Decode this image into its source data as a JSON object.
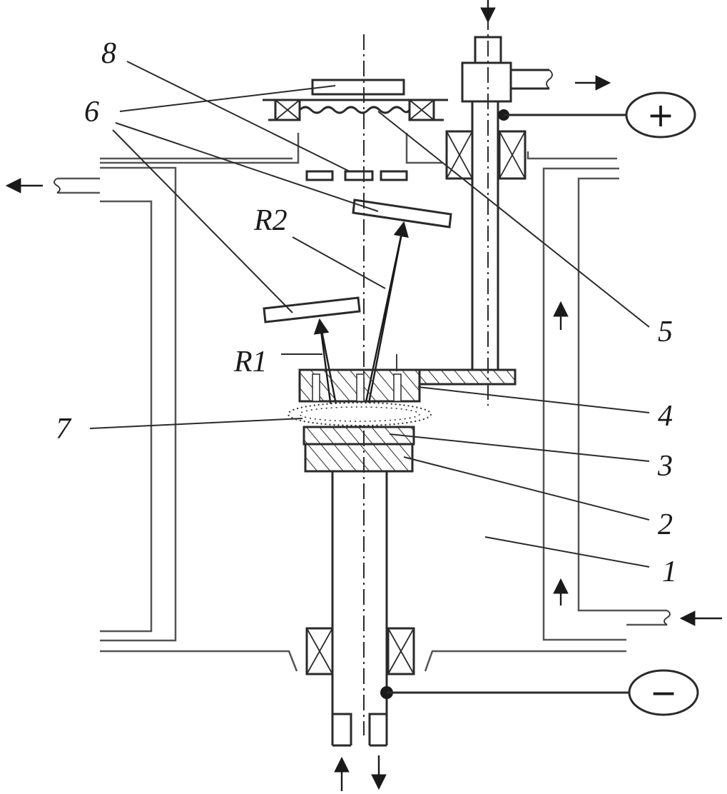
{
  "labels": {
    "n1": "1",
    "n2": "2",
    "n3": "3",
    "n4": "4",
    "n5": "5",
    "n6": "6",
    "n7": "7",
    "n8": "8",
    "r1": "R1",
    "r2": "R2"
  },
  "terminals": {
    "anode": "+",
    "cathode": "−"
  }
}
